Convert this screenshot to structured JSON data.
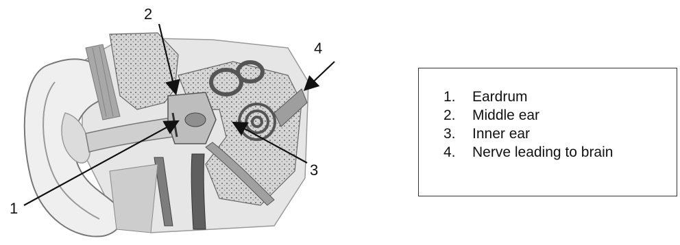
{
  "callouts": {
    "c1": "1",
    "c2": "2",
    "c3": "3",
    "c4": "4"
  },
  "legend": {
    "items": [
      {
        "number": "1.",
        "text": "Eardrum"
      },
      {
        "number": "2.",
        "text": "Middle ear"
      },
      {
        "number": "3.",
        "text": "Inner ear"
      },
      {
        "number": "4.",
        "text": "Nerve leading to brain"
      }
    ]
  },
  "illustration": {
    "subject": "ear-cross-section",
    "style": "grayscale"
  }
}
